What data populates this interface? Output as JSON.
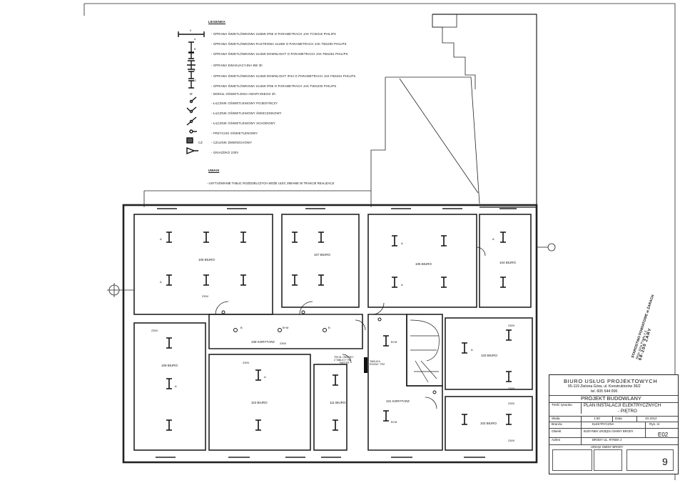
{
  "legend": {
    "title": "LEGENDA",
    "items": [
      {
        "code": "K",
        "text": "- OPRAWA ŚWIETLÓWKOWA 2x58W IP65 O PARAMETRACH JAK TCW216 PHILIPS"
      },
      {
        "code": "A",
        "text": "- OPRAWA ŚWIETLÓWKOWA RASTROWA 4x18W O PARAMETRACH JAK TBS200 PHILIPS"
      },
      {
        "code": "B",
        "text": "- OPRAWA ŚWIETLÓWKOWA 2x18W DOWNLIGHT O PARAMETRACH JAK FBS261 PHILIPS"
      },
      {
        "code": "",
        "text": "- OPRAWA EWAKUACYJNA 8W 3h"
      },
      {
        "code": "F",
        "text": "- OPRAWA ŚWIETLÓWKOWA 2x18W DOWNLIGHT IP44 O PARAMETRACH JAK FBS261 PHILIPS"
      },
      {
        "code": "G",
        "text": "- OPRAWA ŚWIETLÓWKOWA 2x18W IP65 O PARAMETRACH JAK FWG200 PHILIPS"
      },
      {
        "code": "M",
        "text": "- MODUŁ OŚWIETLENIA AWARYJNEGO 3h"
      },
      {
        "code": "",
        "text": "- ŁĄCZNIK OŚWIETLENIOWY POJEDYŃCZY"
      },
      {
        "code": "",
        "text": "- ŁĄCZNIK OŚWIETLENIOWY ŚWIECZNIKOWY"
      },
      {
        "code": "",
        "text": "- ŁĄCZNIK OŚWIETLENIOWY SCHODOWY"
      },
      {
        "code": "",
        "text": "- PRZYCISK OŚWIETLENIOWY"
      },
      {
        "code": "CZ",
        "text": "- CZUJNIK ZMIERZCHOWY"
      },
      {
        "code": "",
        "text": "- GNIAZDKO 230V"
      }
    ],
    "notes_title": "UWAGI",
    "notes_text": "- USYTUOWANIE TABLIC ROZDZIELCZYCH MOŻE ULEC ZMIANIE W TRAKCIE REALIZACJI"
  },
  "rooms": [
    {
      "id": "106",
      "label": "106 BIURO"
    },
    {
      "id": "107",
      "label": "107 BIURO"
    },
    {
      "id": "105",
      "label": "105 BIURO"
    },
    {
      "id": "104",
      "label": "104 BIURO"
    },
    {
      "id": "109",
      "label": "109 BIURO"
    },
    {
      "id": "108",
      "label": "108 KORYTARZ"
    },
    {
      "id": "110",
      "label": "110 BIURO"
    },
    {
      "id": "111",
      "label": "111 BIURO"
    },
    {
      "id": "101",
      "label": "101 KORYTARZ"
    },
    {
      "id": "103",
      "label": "103 BIURO"
    },
    {
      "id": "102",
      "label": "102 BIURO"
    }
  ],
  "fixture_labels": {
    "socket": "230V",
    "fixture_a": "A",
    "fixture_b": "B",
    "fixture_bm": "B+M",
    "tablica": "TABLICA ROZDZ. TR2",
    "tr_note_1": "TR2-5L OBWODY",
    "tr_note_2": "Z TABLICY TR2",
    "tr_note_3": "PARTER"
  },
  "title_block": {
    "company": "BIURO USŁUG PROJEKTOWYCH",
    "address": "65-119 Zielona Góra, ul. Konstruktorów 36/2",
    "phone": "tel. 605 544 006",
    "project": "PROJEKT BUDOWLANY",
    "drawing_label": "Treść rysunku",
    "drawing_title_1": "PLAN INSTALACJI ELEKTRYCZNYCH",
    "drawing_title_2": "- PIĘTRO",
    "scale_label": "Skala",
    "scale_value": "1:50",
    "date_label": "Data",
    "date_value": "10.2012",
    "branch_label": "Branża",
    "branch_value": "ELEKTRYCZNA",
    "drawing_no_label": "Rys. nr",
    "object_label": "Obiekt",
    "object_value": "BUDYNEK URZĘDU GMINY BRODY",
    "address_label": "Adres",
    "address_value": "BRODY UL. RYNEK 2",
    "investor_value": "URZĄD GMINY BRODY",
    "drawing_no": "E02",
    "sheet_no": "9"
  },
  "stamps": {
    "starostwo": "STAROSTWO POWIATOWE w ŻARACH",
    "starostwo_addr": "Aleja Jana Pawła II 5",
    "starostwo_city": "68-200 ŻARY"
  }
}
